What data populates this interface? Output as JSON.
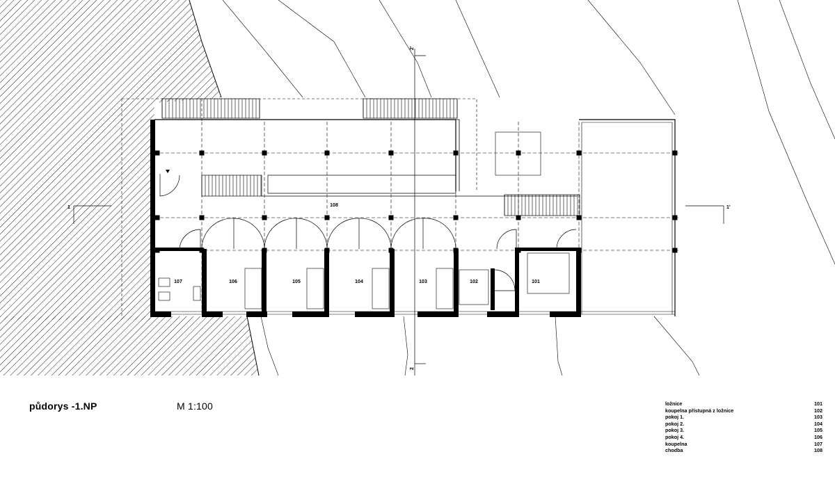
{
  "drawing": {
    "title": "půdorys -1.NP",
    "scale": "M 1:100"
  },
  "rooms": [
    {
      "number": "101",
      "name": "ložnice"
    },
    {
      "number": "102",
      "name": "koupelna přístupná z ložnice"
    },
    {
      "number": "103",
      "name": "pokoj 1."
    },
    {
      "number": "104",
      "name": "pokoj 2."
    },
    {
      "number": "105",
      "name": "pokoj 3."
    },
    {
      "number": "106",
      "name": "pokoj 4."
    },
    {
      "number": "107",
      "name": "koupelna"
    },
    {
      "number": "108",
      "name": "chodba"
    }
  ],
  "section_marks": {
    "section_1": "1",
    "section_1_prime": "1'",
    "section_2_prime": "2'",
    "section_2": "2"
  }
}
